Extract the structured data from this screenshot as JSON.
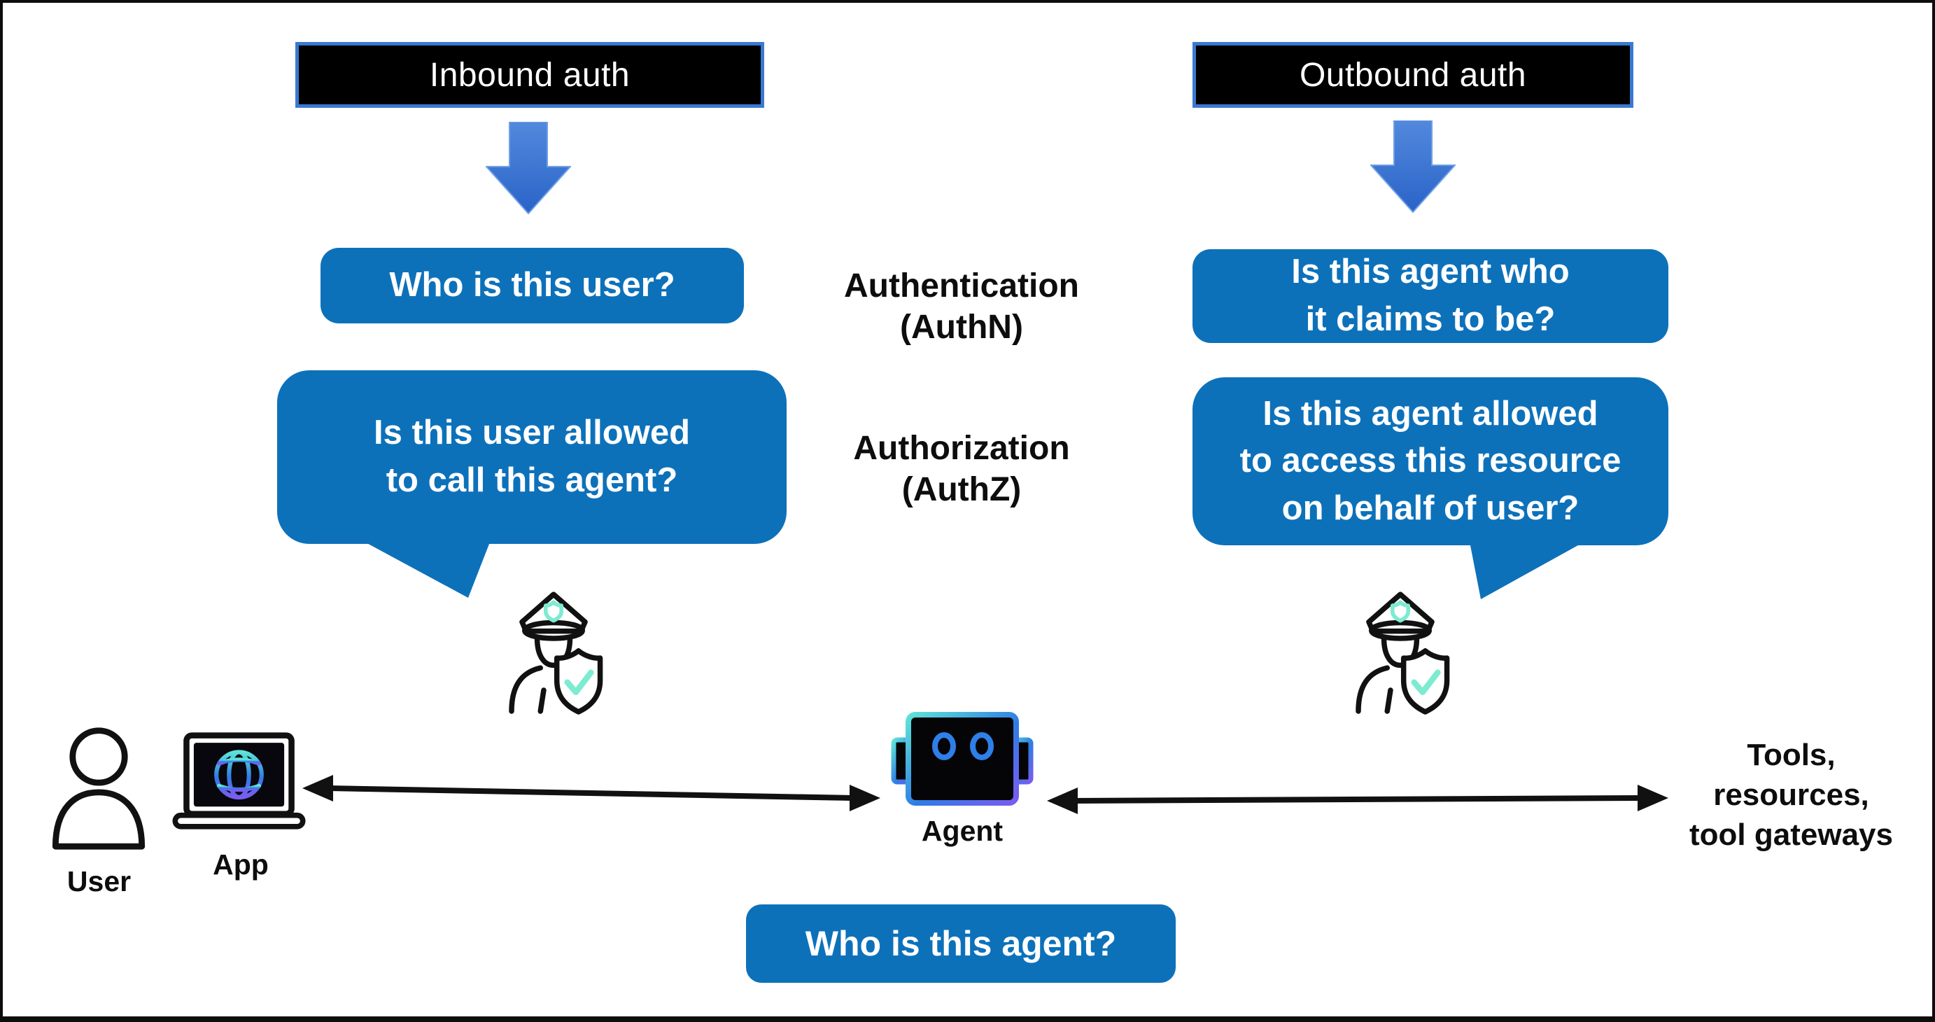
{
  "diagram": {
    "inbound": {
      "header": "Inbound auth",
      "question1": "Who is this user?",
      "question2": "Is this user allowed\nto call this agent?"
    },
    "outbound": {
      "header": "Outbound auth",
      "question1": "Is this agent who\nit claims to be?",
      "question2": "Is this agent allowed\nto access this resource\non behalf of user?"
    },
    "center": {
      "authn": "Authentication\n(AuthN)",
      "authz": "Authorization\n(AuthZ)"
    },
    "actors": {
      "user": "User",
      "app": "App",
      "agent": "Agent",
      "tools": "Tools,\nresources,\ntool gateways"
    },
    "bottom_question": "Who is this agent?"
  },
  "colors": {
    "bubble_blue": "#0d71ba",
    "down_arrow_top": "#5289dd",
    "down_arrow_bottom": "#2a63c8",
    "header_border_blue": "#3a79d1",
    "header_bg": "#000000",
    "mint_accent": "#7debd1",
    "robot_eye_blue": "#2e7fe8",
    "gradient_teal": "#5ee3d7",
    "gradient_blue": "#2f7ce4",
    "gradient_purple": "#7a5cf0",
    "line_black": "#111111",
    "text_white": "#ffffff",
    "text_black": "#0d0d0d"
  }
}
